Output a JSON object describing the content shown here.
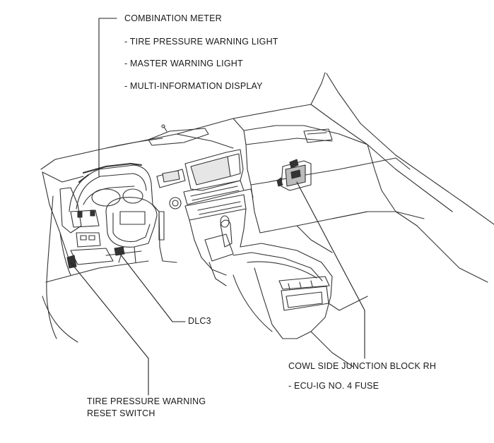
{
  "labels": {
    "combination_meter": {
      "title": "COMBINATION METER",
      "items": [
        "- TIRE PRESSURE WARNING LIGHT",
        "- MASTER WARNING LIGHT",
        "- MULTI-INFORMATION DISPLAY"
      ]
    },
    "dlc3": "DLC3",
    "cowl_side_junction_block": {
      "title": "COWL SIDE JUNCTION BLOCK RH",
      "item": "- ECU-IG NO. 4 FUSE"
    },
    "reset_switch": {
      "line1": "TIRE PRESSURE WARNING",
      "line2": "RESET SWITCH"
    }
  }
}
